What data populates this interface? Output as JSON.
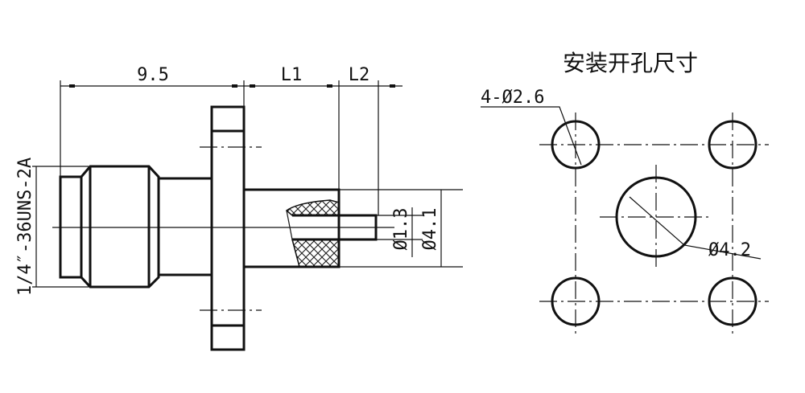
{
  "side_view": {
    "dim_length": "9.5",
    "dim_l1": "L1",
    "dim_l2": "L2",
    "thread": "1/4″-36UNS-2A",
    "pin_diameter": "Ø1.3",
    "tube_diameter": "Ø4.1"
  },
  "mounting_hole": {
    "title": "安装开孔尺寸",
    "small_holes": "4-Ø2.6",
    "center_hole": "Ø4.2"
  }
}
